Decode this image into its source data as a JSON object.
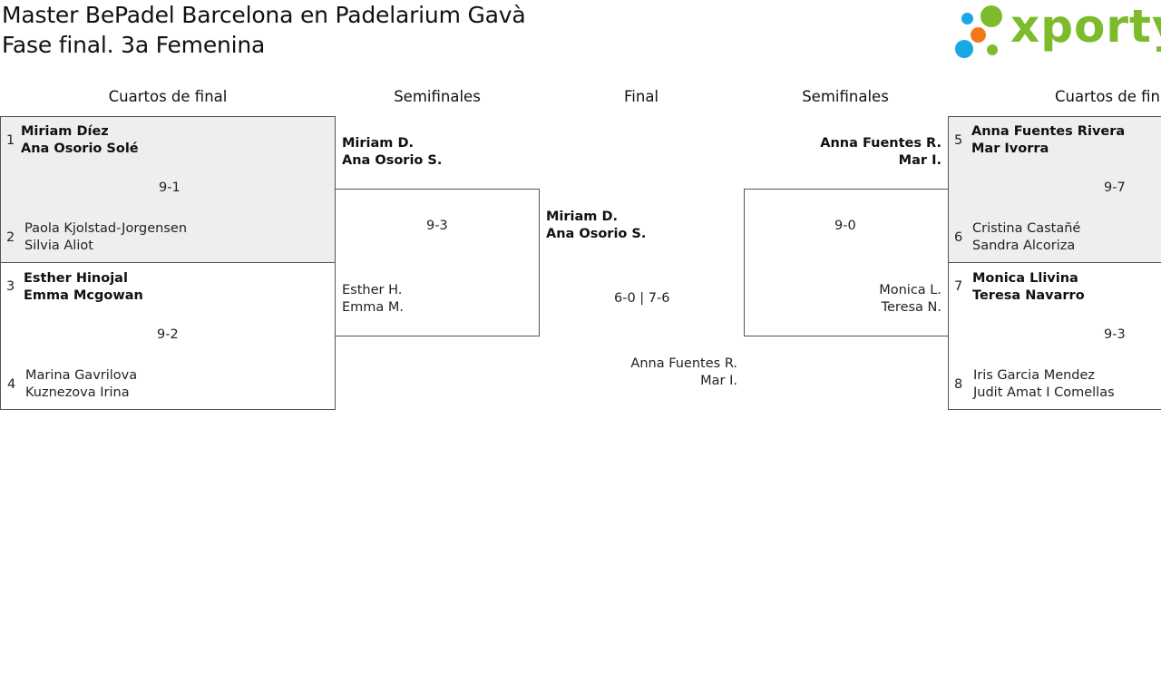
{
  "header": {
    "title_line1": "Master BePadel Barcelona en Padelarium Gavà",
    "title_line2": "Fase final. 3a Femenina"
  },
  "logo": {
    "text": "xporty",
    "colors": {
      "text": "#7cbb2c",
      "dot_blue": "#1aa7e6",
      "dot_orange": "#f07a1a",
      "dot_green": "#7cbb2c"
    }
  },
  "rounds": {
    "left_quarter": "Cuartos de final",
    "left_semi": "Semifinales",
    "final": "Final",
    "right_semi": "Semifinales",
    "right_quarter": "Cuartos de final"
  },
  "left_quarters": [
    {
      "seed_a": "1",
      "team_a": [
        "Miriam Díez",
        "Ana Osorio Solé"
      ],
      "score": "9-1",
      "seed_b": "2",
      "team_b": [
        "Paola Kjolstad-Jorgensen",
        "Silvia Aliot"
      ]
    },
    {
      "seed_a": "3",
      "team_a": [
        "Esther Hinojal",
        "Emma Mcgowan"
      ],
      "score": "9-2",
      "seed_b": "4",
      "team_b": [
        "Marina Gavrilova",
        "Kuznezova Irina"
      ]
    }
  ],
  "right_quarters": [
    {
      "seed_a": "5",
      "team_a": [
        "Anna Fuentes Rivera",
        "Mar Ivorra"
      ],
      "score": "9-7",
      "seed_b": "6",
      "team_b": [
        "Cristina Castañé",
        "Sandra Alcoriza"
      ]
    },
    {
      "seed_a": "7",
      "team_a": [
        "Monica Llivina",
        "Teresa Navarro"
      ],
      "score": "9-3",
      "seed_b": "8",
      "team_b": [
        "Iris Garcia Mendez",
        "Judit Amat I Comellas"
      ]
    }
  ],
  "left_semi": {
    "team_a": [
      "Miriam D.",
      "Ana Osorio S."
    ],
    "score": "9-3",
    "team_b": [
      "Esther H.",
      "Emma M."
    ]
  },
  "right_semi": {
    "team_a": [
      "Anna Fuentes R.",
      "Mar I."
    ],
    "score": "9-0",
    "team_b": [
      "Monica L.",
      "Teresa N."
    ]
  },
  "final": {
    "team_a": [
      "Miriam D.",
      "Ana Osorio S."
    ],
    "score": "6-0 | 7-6",
    "team_b": [
      "Anna Fuentes R.",
      "Mar I."
    ]
  }
}
